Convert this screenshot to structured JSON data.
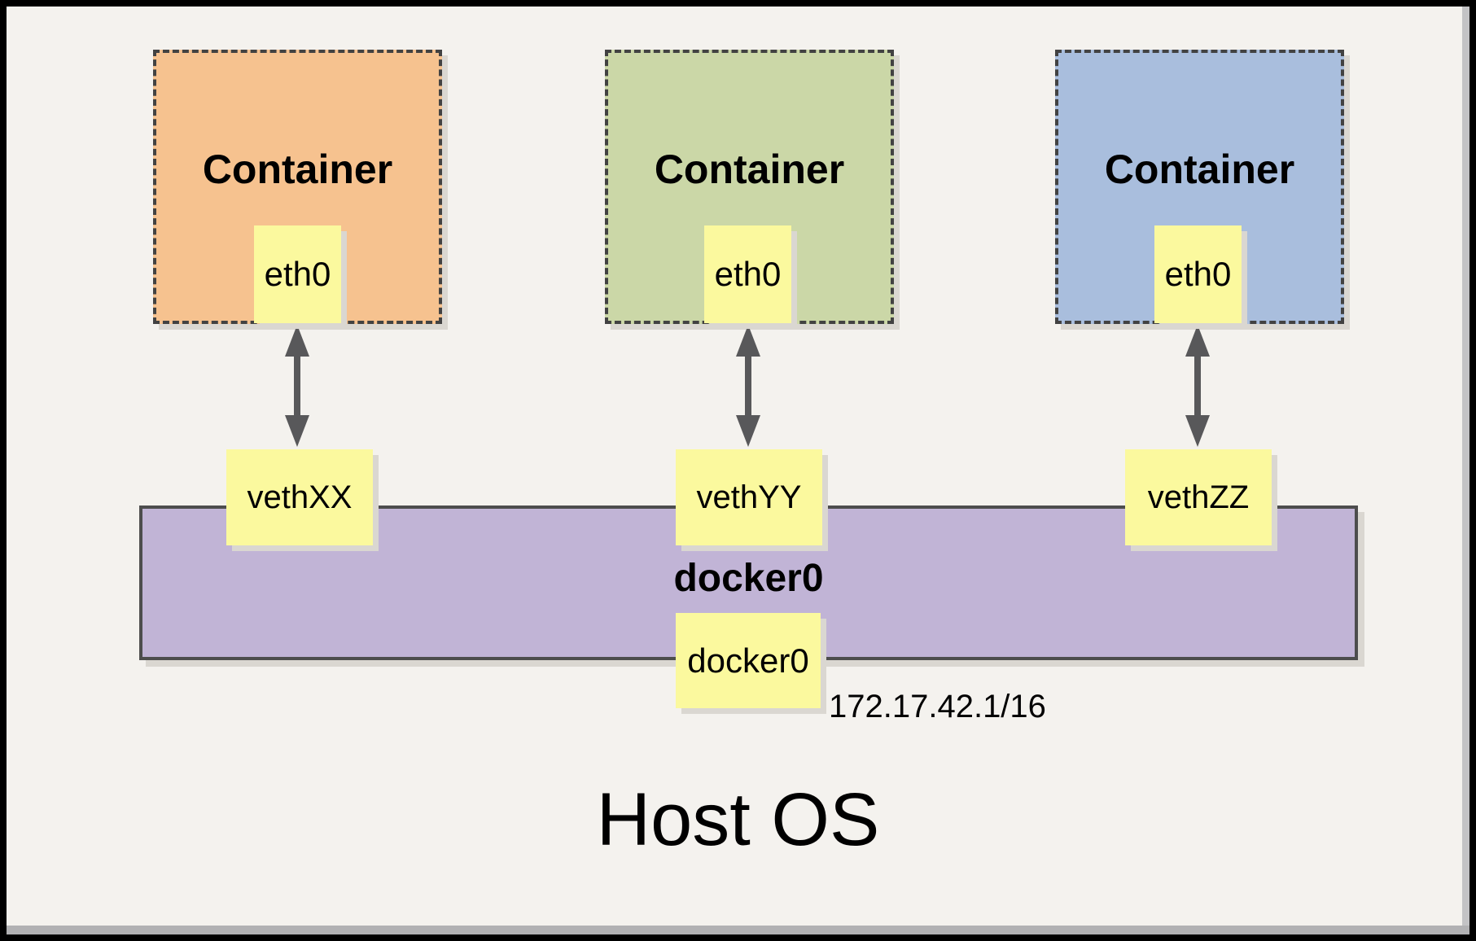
{
  "diagram": {
    "containers": [
      {
        "label": "Container",
        "interface_label": "eth0",
        "fill": "#f6c28f"
      },
      {
        "label": "Container",
        "interface_label": "eth0",
        "fill": "#cbd7a7"
      },
      {
        "label": "Container",
        "interface_label": "eth0",
        "fill": "#a9bedd"
      }
    ],
    "veths": [
      {
        "label": "vethXX"
      },
      {
        "label": "vethYY"
      },
      {
        "label": "vethZZ"
      }
    ],
    "bridge": {
      "label": "docker0",
      "interface_label": "docker0",
      "ip": "172.17.42.1/16",
      "fill": "#c1b4d6"
    },
    "host": {
      "label": "Host OS"
    },
    "colors": {
      "note_yellow": "#fbf99e",
      "background": "#f4f2ee",
      "frame_black": "#000000",
      "border_dark": "#4d4d4d",
      "dashed_border": "#424242",
      "arrow_gray": "#58585a",
      "shadow_gray": "#dad7d1"
    }
  }
}
